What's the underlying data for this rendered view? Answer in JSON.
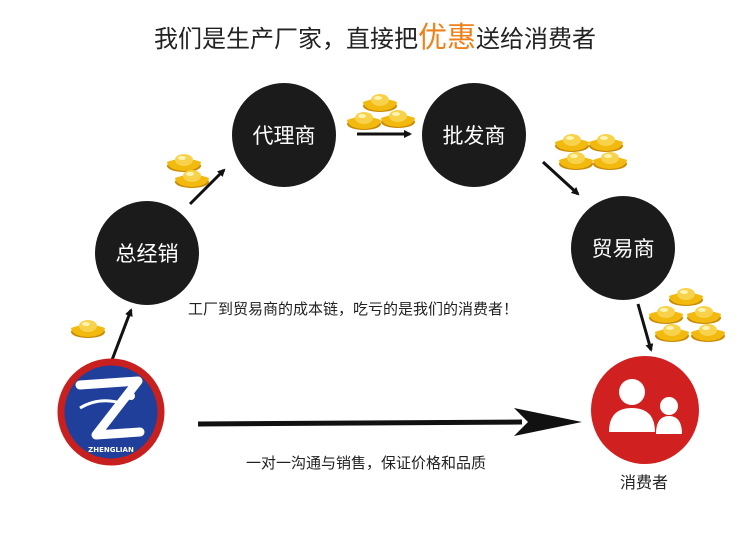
{
  "title": {
    "before": "我们是生产厂家，直接把",
    "highlight": "优惠",
    "after": "送给消费者"
  },
  "nodes": {
    "zongjingxiao": "总经销",
    "dailishang": "代理商",
    "pifashang": "批发商",
    "maoyishang": "贸易商"
  },
  "captions": {
    "cost_chain": "工厂到贸易商的成本链，吃亏的是我们的消费者！",
    "direct": "一对一沟通与销售，保证价格和品质"
  },
  "consumer_label": "消费者",
  "logo_text": "ZHENGLIAN",
  "colors": {
    "highlight": "#f08019",
    "node": "#1b1b1b",
    "logo_blue": "#1f3f9a",
    "logo_red": "#c8201e",
    "consumer_red": "#d0201f",
    "gold": "#f2b90e"
  },
  "icons": [
    "gold-ingot-icon",
    "people-icon",
    "company-logo-icon"
  ]
}
